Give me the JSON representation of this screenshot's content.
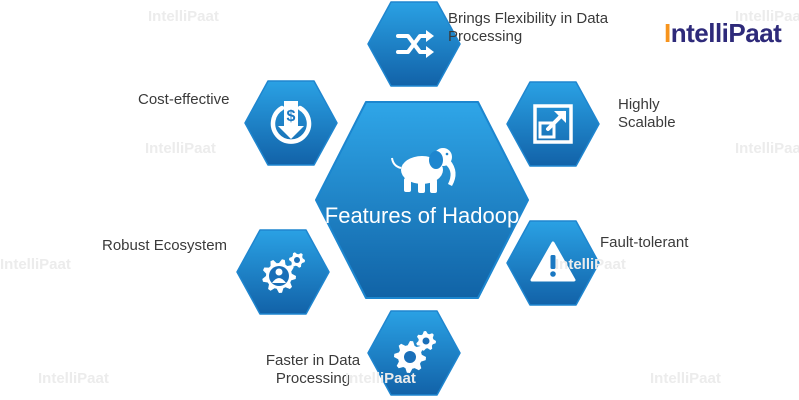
{
  "center": {
    "title": "Features of Hadoop",
    "icon": "elephant-icon"
  },
  "features": [
    {
      "id": "flexibility",
      "label": "Brings Flexibility in Data Processing",
      "icon": "shuffle-icon"
    },
    {
      "id": "scalable",
      "label": "Highly Scalable",
      "icon": "expand-arrow-icon"
    },
    {
      "id": "fault-tolerant",
      "label": "Fault-tolerant",
      "icon": "warning-icon"
    },
    {
      "id": "faster",
      "label": "Faster in Data Processing",
      "icon": "gears-icon"
    },
    {
      "id": "ecosystem",
      "label": "Robust Ecosystem",
      "icon": "user-gear-icon"
    },
    {
      "id": "cost",
      "label": "Cost-effective",
      "icon": "dollar-down-icon"
    }
  ],
  "brand": {
    "logo_text": "IntelliPaat",
    "colors": {
      "primary": "#2e2a7a",
      "accent": "#f7941d"
    }
  },
  "watermark": "IntelliPaat",
  "colors": {
    "hex_light": "#2aa1e4",
    "hex_dark": "#1262a8",
    "text": "#3a3a3a"
  }
}
